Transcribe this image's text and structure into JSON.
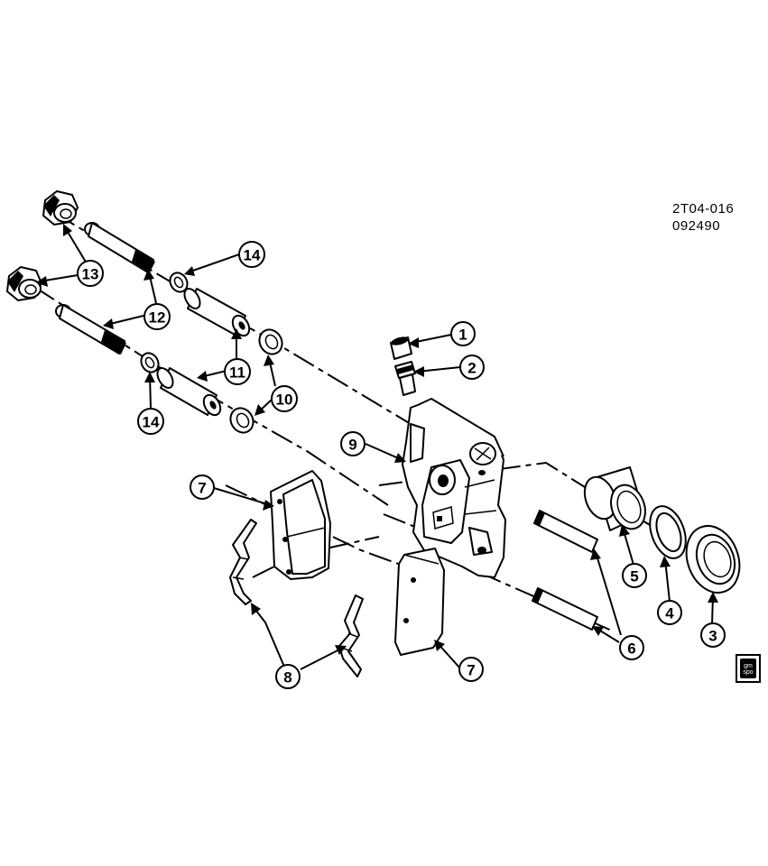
{
  "drawing": {
    "code_line1": "2T04-016",
    "code_line2": "092490",
    "badge_icon": "gm-spo-logo-icon",
    "badge_text": "gm spo"
  },
  "callouts": [
    {
      "number": "1"
    },
    {
      "number": "2"
    },
    {
      "number": "3"
    },
    {
      "number": "4"
    },
    {
      "number": "5"
    },
    {
      "number": "6"
    },
    {
      "number": "7"
    },
    {
      "number": "7"
    },
    {
      "number": "8"
    },
    {
      "number": "9"
    },
    {
      "number": "10"
    },
    {
      "number": "11"
    },
    {
      "number": "12"
    },
    {
      "number": "13"
    },
    {
      "number": "14"
    },
    {
      "number": "14"
    }
  ]
}
